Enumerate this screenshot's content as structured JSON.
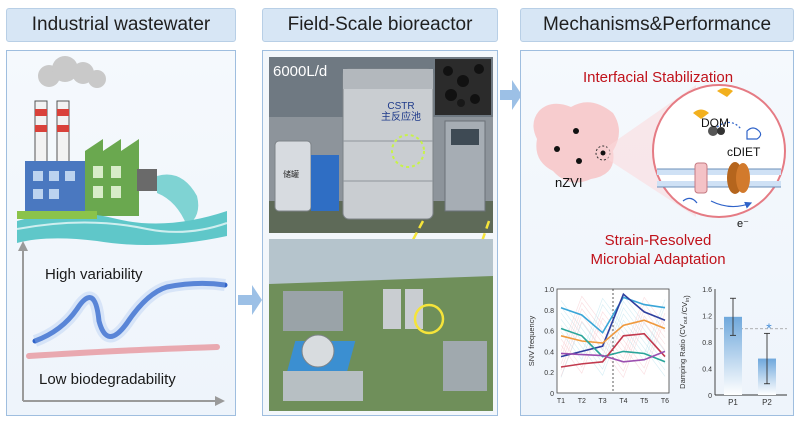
{
  "panels": {
    "left": {
      "title": "Industrial wastewater",
      "curve_high_label": "High variability",
      "curve_low_label": "Low biodegradability",
      "colors": {
        "high": "#2f63c9",
        "low": "#e8a1a7"
      }
    },
    "middle": {
      "title": "Field-Scale bioreactor",
      "flow_rate": "6000L/d",
      "reactor_label_line1": "CSTR",
      "reactor_label_line2": "主反应池",
      "tank_label": "储罐"
    },
    "right": {
      "title": "Mechanisms&Performance",
      "section1_title": "Interfacial Stabilization",
      "particle_label": "nZVI",
      "dom_label": "DOM",
      "cdiet_label": "cDIET",
      "electron_label": "e⁻",
      "section2_title_line1": "Strain-Resolved",
      "section2_title_line2": "Microbial Adaptation",
      "accent_color": "#c0121b"
    }
  },
  "chart_data": [
    {
      "type": "line",
      "ylabel": "SNV frequency",
      "categories": [
        "T1",
        "T2",
        "T3",
        "T4",
        "T5",
        "T6"
      ],
      "ylim": [
        0,
        1.0
      ],
      "yticks": [
        "0",
        "0.2",
        "0.4",
        "0.6",
        "0.8",
        "1.0"
      ],
      "series": [
        {
          "color": "#3aa6d8",
          "values": [
            0.82,
            0.75,
            0.58,
            0.92,
            0.85,
            0.82
          ]
        },
        {
          "color": "#2e3f9e",
          "values": [
            0.35,
            0.4,
            0.45,
            0.95,
            0.78,
            0.7
          ]
        },
        {
          "color": "#f09a3e",
          "values": [
            0.55,
            0.5,
            0.48,
            0.65,
            0.7,
            0.62
          ]
        },
        {
          "color": "#2aa59a",
          "values": [
            0.62,
            0.55,
            0.35,
            0.4,
            0.38,
            0.3
          ]
        },
        {
          "color": "#c23a4e",
          "values": [
            0.25,
            0.28,
            0.3,
            0.55,
            0.57,
            0.35
          ]
        },
        {
          "color": "#9b4fb0",
          "values": [
            0.38,
            0.37,
            0.36,
            0.3,
            0.32,
            0.4
          ]
        }
      ]
    },
    {
      "type": "bar",
      "ylabel": "Damping Ratio (CV",
      "ylabel_sub1": "out",
      "ylabel_mid": " /CV",
      "ylabel_sub2": "in",
      "ylabel_end": ")",
      "categories": [
        "P1",
        "P2"
      ],
      "values": [
        1.18,
        0.55
      ],
      "errors": [
        0.28,
        0.38
      ],
      "ylim": [
        0,
        1.6
      ],
      "yticks": [
        "0",
        "0.4",
        "0.8",
        "1.2",
        "1.6"
      ],
      "reference_line": 1.0,
      "significance_mark": "*",
      "bar_color": "#6fa8dc"
    }
  ]
}
